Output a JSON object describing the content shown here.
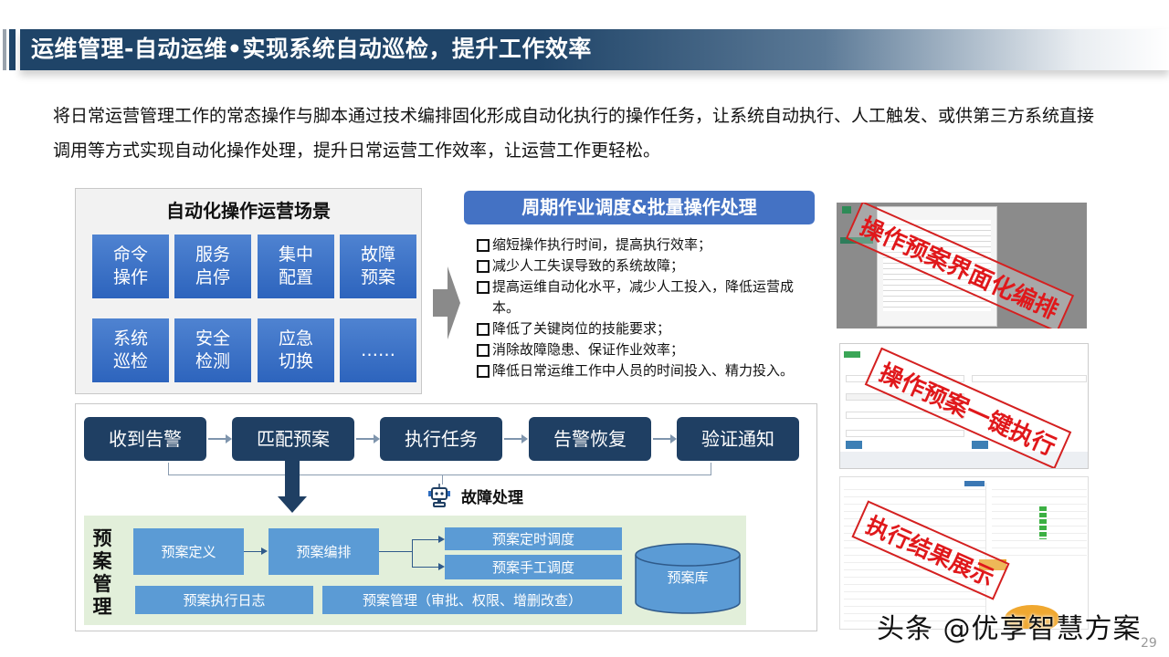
{
  "header": {
    "title": "运维管理-自动运维•实现系统自动巡检，提升工作效率"
  },
  "intro": "将日常运营管理工作的常态操作与脚本通过技术编排固化形成自动化执行的操作任务，让系统自动执行、人工触发、或供第三方系统直接调用等方式实现自动化操作处理，提升日常运营工作效率，让运营工作更轻松。",
  "scenarios": {
    "title": "自动化操作运营场景",
    "tiles": [
      "命令\n操作",
      "服务\n启停",
      "集中\n配置",
      "故障\n预案",
      "系统\n巡检",
      "安全\n检测",
      "应急\n切换",
      "……"
    ]
  },
  "benefits": {
    "title": "周期作业调度&批量操作处理",
    "items": [
      "缩短操作执行时间，提高执行效率；",
      "减少人工失误导致的系统故障；",
      "提高运维自动化水平，减少人工投入，降低运营成本。",
      "降低了关键岗位的技能要求；",
      "消除故障隐患、保证作业效率；",
      "降低日常运维工作中人员的时间投入、精力投入。"
    ]
  },
  "screenshots": [
    {
      "stamp": "操作预案界面化编排"
    },
    {
      "stamp": "操作预案一键执行"
    },
    {
      "stamp": "执行结果展示"
    }
  ],
  "flow": {
    "steps": [
      "收到告警",
      "匹配预案",
      "执行任务",
      "告警恢复",
      "验证通知"
    ],
    "fault_label": "故障处理",
    "fault_icon": "robot-icon"
  },
  "plan": {
    "label": "预案管理",
    "define": "预案定义",
    "orchestrate": "预案编排",
    "timed": "预案定时调度",
    "manual": "预案手工调度",
    "log": "预案执行日志",
    "manage": "预案管理（审批、权限、增删改查）",
    "library": "预案库"
  },
  "colors": {
    "header_bg": "#1f4468",
    "tile_blue": "#3a70c6",
    "benefit_title": "#4472c4",
    "flow_box": "#1f3f63",
    "plan_bg": "#e2efda",
    "plan_box": "#5b9bd5",
    "stamp_red": "#e0181b"
  },
  "watermark": "头条 @优享智慧方案",
  "page_number": "29"
}
